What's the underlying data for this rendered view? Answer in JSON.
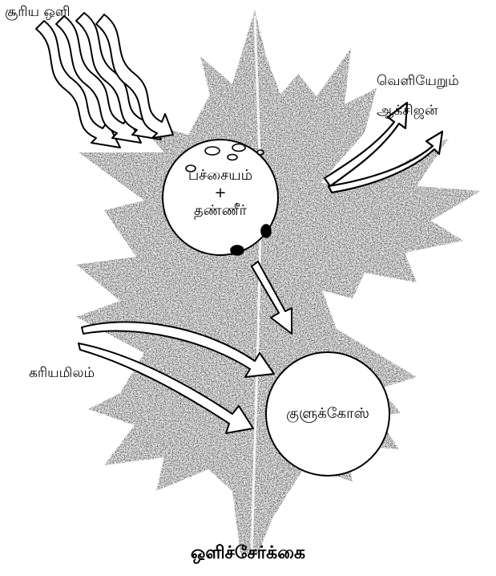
{
  "labels": {
    "sunlight": "சூரிய ஒளி",
    "oxygen_line1": "வெளியேறும்",
    "oxygen_line2": "ஆக்சிஜன்",
    "co2": "கரியமிலம்",
    "top_circle_line1": "பச்சையம்",
    "plus": "+",
    "top_circle_line2": "தண்ணீர்",
    "glucose": "குளுக்கோஸ்"
  },
  "caption": "ஒளிச்சேர்க்கை",
  "colors": {
    "ink": "#000000",
    "leaf": "#4a4a4a",
    "paper": "#ffffff"
  }
}
